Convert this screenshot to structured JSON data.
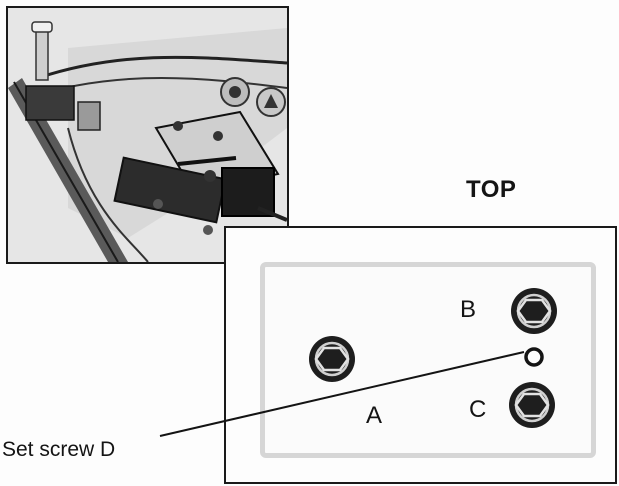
{
  "labels": {
    "top": "TOP",
    "screw_a": "A",
    "screw_b": "B",
    "screw_c": "C",
    "set_screw": "Set screw D"
  },
  "icons": {
    "hex_screw": "hex-socket-screw-icon",
    "set_screw": "set-screw-ring-icon"
  },
  "colors": {
    "line": "#141414",
    "plate_border": "#d6d6d6",
    "screw_fill": "#1e1e1e"
  }
}
